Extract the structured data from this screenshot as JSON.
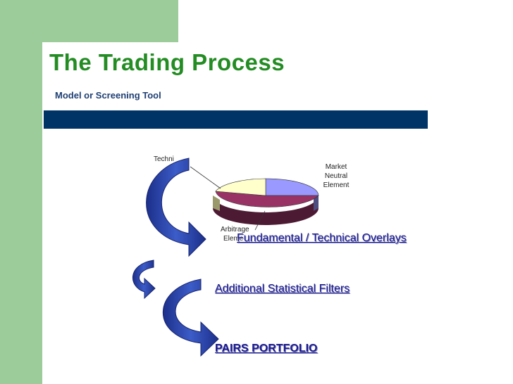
{
  "slide": {
    "title": "The Trading Process",
    "subtitle": "Model or Screening Tool"
  },
  "pie": {
    "labels": {
      "technical": "Techni",
      "market": [
        "Market",
        "Neutral",
        "Element"
      ],
      "arbitrage": [
        "Arbitrage",
        "Eleme"
      ]
    },
    "colors": {
      "market": "#9999ff",
      "arbitrage": "#993366",
      "technical": "#ffffcc"
    }
  },
  "steps": {
    "overlays": "Fundamental / Technical Overlays",
    "filters": "Additional Statistical Filters",
    "portfolio": "PAIRS PORTFOLIO"
  },
  "colors": {
    "accent_green": "#9ccc99",
    "title_green": "#238c23",
    "bar_navy": "#003366",
    "arrow_blue": "#2f4fb5"
  }
}
